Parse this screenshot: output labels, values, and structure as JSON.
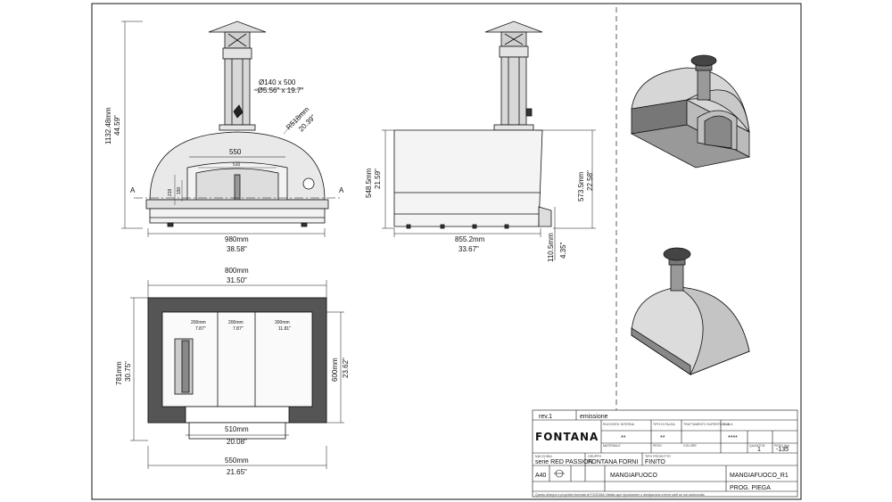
{
  "front_view": {
    "pipe_dim_mm": "Ø140 x 500",
    "pipe_dim_in": "~Ø5.56\" x 19.7\"",
    "radius_mm": "R518mm",
    "radius_in": "20.39\"",
    "height_mm": "1132.48mm",
    "height_in": "44.59\"",
    "mouth_width": "550",
    "mouth_inner_width": "510",
    "mouth_height": "219",
    "mouth_inner_height": "190",
    "section_mark": "A",
    "width_mm": "980mm",
    "width_in": "38.58\""
  },
  "side_view": {
    "body_height_mm": "548.5mm",
    "body_height_in": "21.59\"",
    "total_height_mm": "573.5mm",
    "total_height_in": "22.58\"",
    "depth_mm": "855.2mm",
    "depth_in": "33.67\"",
    "foot_mm": "110.5mm",
    "foot_in": "4.35\""
  },
  "top_view": {
    "width_mm": "800mm",
    "width_in": "31.50\"",
    "depth_mm": "781mm",
    "depth_in": "30.75\"",
    "inner_depth_mm": "600mm",
    "inner_depth_in": "23.62\"",
    "sections": [
      {
        "mm": "200mm",
        "in": "7.87\""
      },
      {
        "mm": "200mm",
        "in": "7.87\""
      },
      {
        "mm": "300mm",
        "in": "11.81\""
      }
    ],
    "front_width_mm": "510mm",
    "front_width_in": "20.08\"",
    "base_width_mm": "550mm",
    "base_width_in": "21.65\""
  },
  "title_block": {
    "rev": "rev.1",
    "emission": "emissione",
    "logo": "FONTANA",
    "header_labels": [
      "RUGOSITA' INTERNA",
      "TIPO DI FALDA",
      "TRATTAMENTO SUPERFICIALE",
      "SCALA"
    ],
    "row1_values": [
      "**",
      "**",
      "****"
    ],
    "row1_labels": [
      "MATERIALE",
      "PESO",
      "COLORE",
      "QUANTITA'",
      "PESO (kg)"
    ],
    "quantity": "1",
    "weight": "-135",
    "series_label": "MACCHINA",
    "series": "serie RED PASSION",
    "group_label": "GRUPPO",
    "group": "FONTANA FORNI",
    "product_type_label": "TIPO PRODOTTO",
    "product_type": "FINITO",
    "format": "A40",
    "description": "MANGIAFUOCO",
    "code": "MANGIAFUOCO_R1",
    "prog": "PROG. PIEGA",
    "footer": "Questo disegno è proprietà riservata di FONTANA Vietata ogni riproduzione o divulgazione a terze parti se non autorizzata"
  },
  "colors": {
    "line": "#111111",
    "fill": "#dcdcdc",
    "dark": "#555555"
  }
}
